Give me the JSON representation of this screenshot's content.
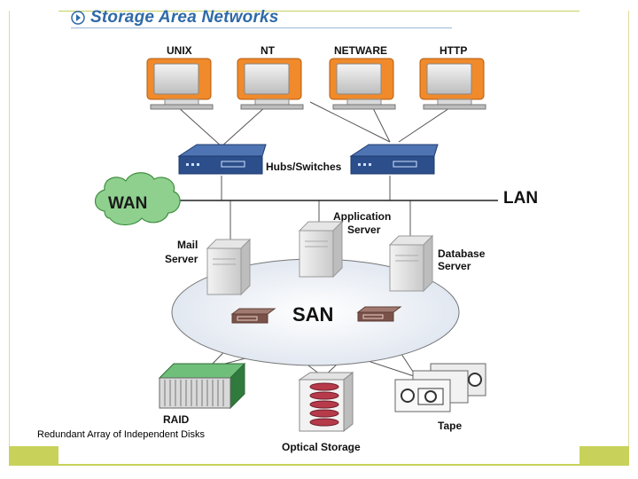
{
  "title": "Storage Area Networks",
  "workstations": [
    "UNIX",
    "NT",
    "NETWARE",
    "HTTP"
  ],
  "hubs_label": "Hubs/Switches",
  "wan_label": "WAN",
  "lan_label": "LAN",
  "san_label": "SAN",
  "servers": {
    "mail": [
      "Mail",
      "Server"
    ],
    "application": [
      "Application",
      "Server"
    ],
    "database": [
      "Database",
      "Server"
    ]
  },
  "storage": {
    "raid": "RAID",
    "optical": "Optical Storage",
    "tape": "Tape"
  },
  "caption": "Redundant Array of Independent Disks",
  "colors": {
    "title": "#2f6aa8",
    "monitor": "#f08a2a",
    "hub": "#2c4f8c",
    "wan_cloud": "#8fd08f",
    "san_ring": "#eef2f8",
    "raid": "#3d8f4a",
    "frame": "#c8d25a"
  }
}
